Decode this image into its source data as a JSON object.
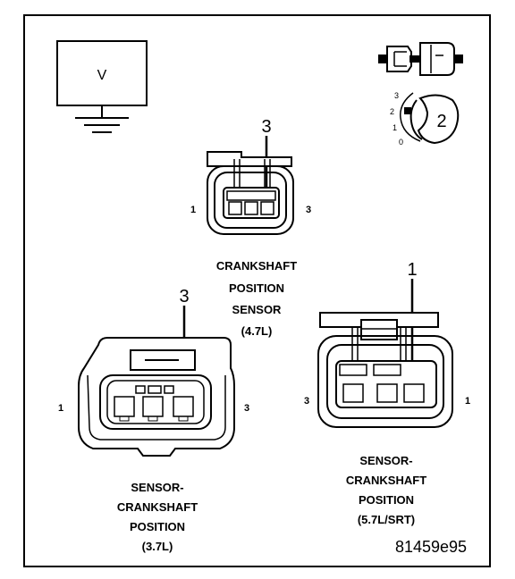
{
  "meter": {
    "symbol": "V"
  },
  "selector": {
    "dial_marks": [
      "3",
      "2",
      "1",
      "0"
    ],
    "position": "2"
  },
  "connector_top": {
    "callout": "3",
    "pin_left": "1",
    "pin_right": "3",
    "caption": [
      "CRANKSHAFT",
      "POSITION",
      "SENSOR",
      "(4.7L)"
    ]
  },
  "connector_left": {
    "callout": "3",
    "pin_left": "1",
    "pin_right": "3",
    "caption": [
      "SENSOR-",
      "CRANKSHAFT",
      "POSITION",
      "(3.7L)"
    ]
  },
  "connector_right": {
    "callout": "1",
    "pin_left": "3",
    "pin_right": "1",
    "caption": [
      "SENSOR-",
      "CRANKSHAFT",
      "POSITION",
      "(5.7L/SRT)"
    ]
  },
  "figure_id": "81459e95"
}
